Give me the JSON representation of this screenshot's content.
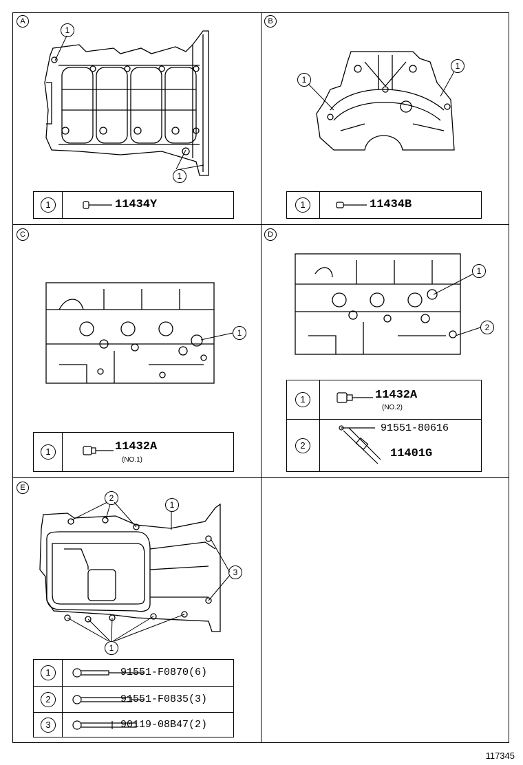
{
  "panels": {
    "A": {
      "letter": "A",
      "callouts": [
        "1",
        "1"
      ],
      "rows": [
        {
          "index": "1",
          "part": "11434Y",
          "note": ""
        }
      ]
    },
    "B": {
      "letter": "B",
      "callouts": [
        "1",
        "1"
      ],
      "rows": [
        {
          "index": "1",
          "part": "11434B",
          "note": ""
        }
      ]
    },
    "C": {
      "letter": "C",
      "callouts": [
        "1"
      ],
      "rows": [
        {
          "index": "1",
          "part": "11432A",
          "note": "(NO.1)"
        }
      ]
    },
    "D": {
      "letter": "D",
      "callouts": [
        "1",
        "2"
      ],
      "rows": [
        {
          "index": "1",
          "part": "11432A",
          "note": "(NO.2)"
        },
        {
          "index": "2",
          "part": "91551-80616",
          "part2": "11401G"
        }
      ]
    },
    "E": {
      "letter": "E",
      "callouts": [
        "2",
        "1",
        "3",
        "1"
      ],
      "rows": [
        {
          "index": "1",
          "part": "91551-F0870(6)"
        },
        {
          "index": "2",
          "part": "91551-F0835(3)"
        },
        {
          "index": "3",
          "part": "90119-08B47(2)"
        }
      ]
    }
  },
  "figure_number": "117345"
}
